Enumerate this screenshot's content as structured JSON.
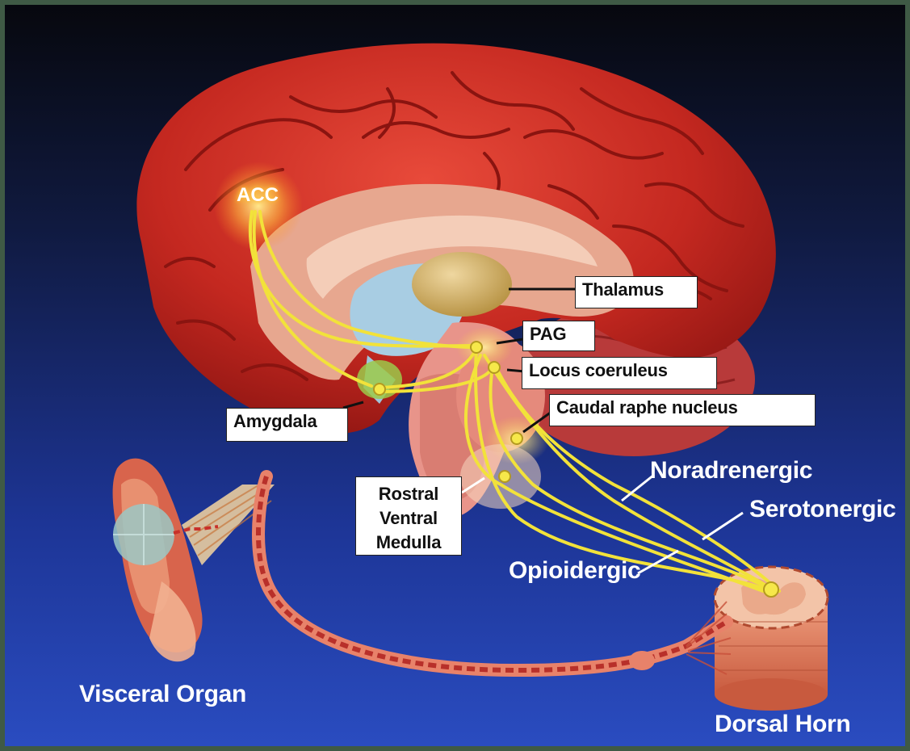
{
  "labels": {
    "acc": "ACC",
    "thalamus": "Thalamus",
    "pag": "PAG",
    "locus_coeruleus": "Locus coeruleus",
    "caudal_raphe_nucleus": "Caudal raphe nucleus",
    "amygdala": "Amygdala",
    "rostral_ventral_medulla": [
      "Rostral",
      "Ventral",
      "Medulla"
    ],
    "noradrenergic": "Noradrenergic",
    "serotonergic": "Serotonergic",
    "opioidergic": "Opioidergic",
    "visceral_organ": "Visceral Organ",
    "dorsal_horn": "Dorsal Horn"
  },
  "colors": {
    "background_top": "#0a0f1e",
    "background_bottom": "#2746b8",
    "frame": "#3f5a45",
    "cortex": "#c82a22",
    "pathway": "#f2e23a",
    "amygdala_node": "#9cc94a",
    "label_bg": "#ffffff"
  }
}
